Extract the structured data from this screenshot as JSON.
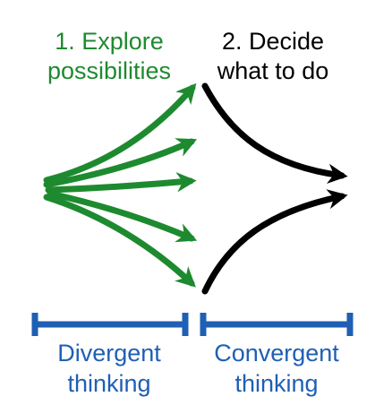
{
  "phases": {
    "explore": {
      "line1": "1. Explore",
      "line2": "possibilities"
    },
    "decide": {
      "line1": "2. Decide",
      "line2": "what to do"
    }
  },
  "brackets": {
    "divergent": {
      "line1": "Divergent",
      "line2": "thinking"
    },
    "convergent": {
      "line1": "Convergent",
      "line2": "thinking"
    }
  },
  "colors": {
    "explore": "#1e8a2f",
    "decide": "#000000",
    "bracket": "#1f5fb4"
  }
}
